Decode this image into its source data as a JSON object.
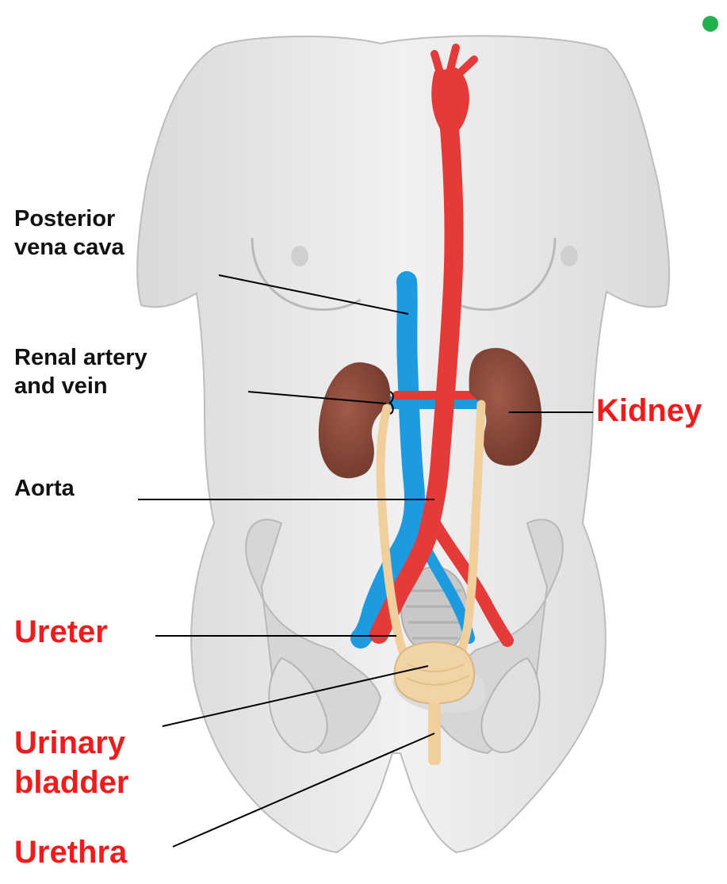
{
  "labels": {
    "posterior_vena_cava": "Posterior\nvena cava",
    "renal_artery_vein": "Renal artery\nand vein",
    "aorta": "Aorta",
    "kidney": "Kidney",
    "ureter": "Ureter",
    "urinary_bladder": "Urinary\nbladder",
    "urethra": "Urethra"
  },
  "colors": {
    "label_black": "#111111",
    "label_red": "#ee1c1c",
    "bullet": "#22b14c",
    "body_fill": "#e9e9ea",
    "artery": "#e53a3a",
    "vein": "#1e9be0",
    "kidney": "#8a4a3c",
    "ureter": "#f0cf9c"
  },
  "icons": {
    "bullet": "green-bullet-icon"
  }
}
